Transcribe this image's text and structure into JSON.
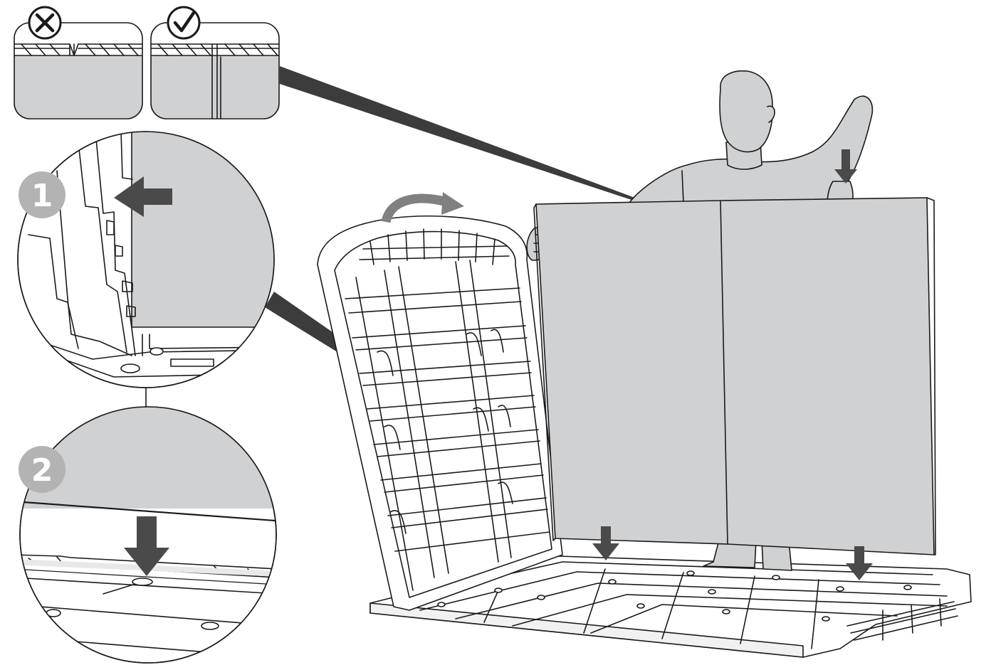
{
  "steps": [
    {
      "number": "1",
      "detail": "side-wall-clip-in"
    },
    {
      "number": "2",
      "detail": "panel-press-down"
    }
  ],
  "comparison": {
    "wrong_mark": "cross-in-circle-icon",
    "right_mark": "check-in-circle-icon"
  },
  "colors": {
    "panel": "#d0d1d3",
    "line": "#1a1a1a",
    "arrow": "#4a4a4a",
    "badge": "#b3b3b3",
    "callout": "#3c3c3c"
  }
}
